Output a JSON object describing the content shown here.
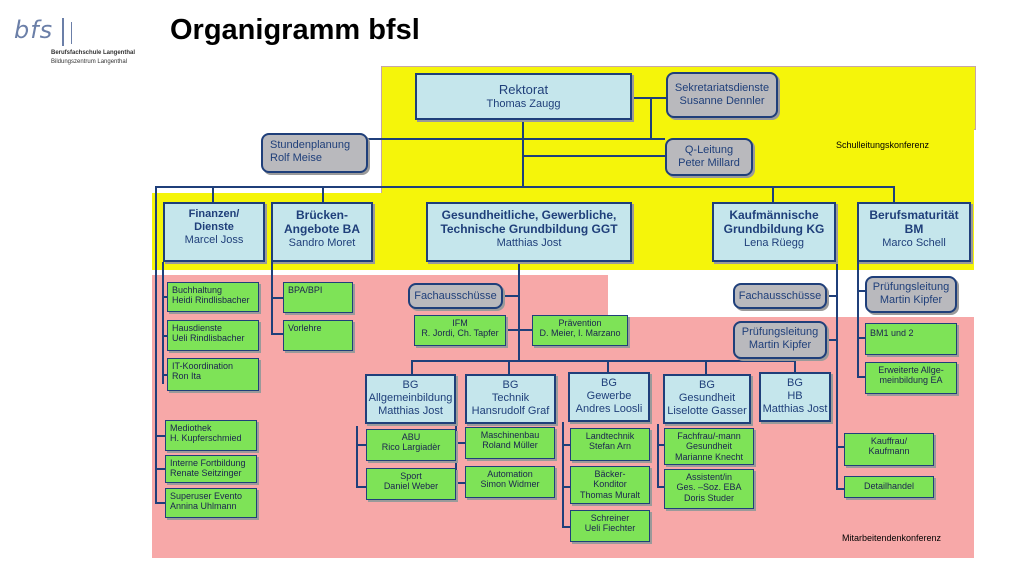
{
  "logo": {
    "mark": "bfs",
    "line1": "Berufsfachschule Langenthal",
    "line2": "Bildungszentrum Langenthal"
  },
  "title": "Organigramm bfsl",
  "zones": {
    "schulleitung": "Schulleitungskonferenz",
    "mitarbeitende": "Mitarbeitendenkonferenz"
  },
  "top": {
    "rektorat": {
      "title": "Rektorat",
      "name": "Thomas Zaugg"
    },
    "sekretariat": {
      "title": "Sekretariatsdienste",
      "name": "Susanne Dennler"
    },
    "stundenplanung": {
      "title": "Stundenplanung",
      "name": "Rolf Meise"
    },
    "qleitung": {
      "title": "Q-Leitung",
      "name": "Peter Millard"
    }
  },
  "departments": {
    "finanzen": {
      "title1": "Finanzen/",
      "title2": "Dienste",
      "name": "Marcel Joss"
    },
    "bruecken": {
      "title1": "Brücken-",
      "title2": "Angebote BA",
      "name": "Sandro Moret"
    },
    "ggt": {
      "title1": "Gesundheitliche, Gewerbliche,",
      "title2": "Technische Grundbildung GGT",
      "name": "Matthias Jost"
    },
    "kg": {
      "title1": "Kaufmännische",
      "title2": "Grundbildung KG",
      "name": "Lena Rüegg"
    },
    "bm": {
      "title1": "Berufsmaturität",
      "title2": "BM",
      "name": "Marco Schell"
    }
  },
  "finanzen_units": [
    {
      "l1": "Buchhaltung",
      "l2": "Heidi Rindlisbacher"
    },
    {
      "l1": "Hausdienste",
      "l2": "Ueli Rindlisbacher"
    },
    {
      "l1": "IT-Koordination",
      "l2": "Ron Ita"
    },
    {
      "l1": "Mediothek",
      "l2": "H. Kupferschmied"
    },
    {
      "l1": "Interne Fortbildung",
      "l2": "Renate Seitzinger"
    },
    {
      "l1": "Superuser  Evento",
      "l2": "Annina  Uhlmann"
    }
  ],
  "ba_units": [
    "BPA/BPI",
    "Vorlehre"
  ],
  "ggt_side": {
    "fach": "Fachausschüsse",
    "ifm": {
      "l1": "IFM",
      "l2": "R. Jordi, Ch. Tapfer"
    },
    "praevention": {
      "l1": "Prävention",
      "l2": "D. Meier, I. Marzano"
    }
  },
  "bg": [
    {
      "l1": "BG",
      "l2": "Allgemeinbildung",
      "l3": "Matthias Jost"
    },
    {
      "l1": "BG",
      "l2": "Technik",
      "l3": "Hansrudolf Graf"
    },
    {
      "l1": "BG",
      "l2": "Gewerbe",
      "l3": "Andres Loosli"
    },
    {
      "l1": "BG",
      "l2": "Gesundheit",
      "l3": "Liselotte Gasser"
    },
    {
      "l1": "BG",
      "l2": "HB",
      "l3": "Matthias Jost"
    }
  ],
  "bg_units": {
    "allg": [
      {
        "l1": "ABU",
        "l2": "Rico Largiadèr"
      },
      {
        "l1": "Sport",
        "l2": "Daniel Weber"
      }
    ],
    "technik": [
      {
        "l1": "Maschinenbau",
        "l2": "Roland Müller"
      },
      {
        "l1": "Automation",
        "l2": "Simon Widmer"
      }
    ],
    "gewerbe": [
      {
        "l1": "Landtechnik",
        "l2": "Stefan Arn"
      },
      {
        "l1": "Bäcker-",
        "l2": "Konditor",
        "l3": "Thomas Muralt"
      },
      {
        "l1": "Schreiner",
        "l2": "Ueli Fiechter"
      }
    ],
    "gesundheit": [
      {
        "l1": "Fachfrau/-mann",
        "l2": "Gesundheit",
        "l3": "Marianne Knecht"
      },
      {
        "l1": "Assistent/in",
        "l2": "Ges. –Soz. EBA",
        "l3": "Doris Studer"
      }
    ]
  },
  "kg_side": {
    "fach": "Fachausschüsse",
    "pruef": {
      "title": "Prüfungsleitung",
      "name": "Martin Kipfer"
    },
    "units": [
      {
        "l1": "Kauffrau/",
        "l2": "Kaufmann"
      },
      {
        "l1": "Detailhandel"
      }
    ]
  },
  "bm_side": {
    "pruef": {
      "title": "Prüfungsleitung",
      "name": "Martin Kipfer"
    },
    "units": [
      {
        "l1": "BM1  und 2"
      },
      {
        "l1": "Erweiterte  Allge-",
        "l2": "meinbildung EA"
      }
    ]
  },
  "colors": {
    "schulleitung_zone": "#f5f50a",
    "mitarbeitende_zone": "#f7a8a8",
    "blue_box": "#c5e6ec",
    "grey_box": "#b9b9bd",
    "green_box": "#7ee357",
    "lines": "#1f3f7a"
  }
}
